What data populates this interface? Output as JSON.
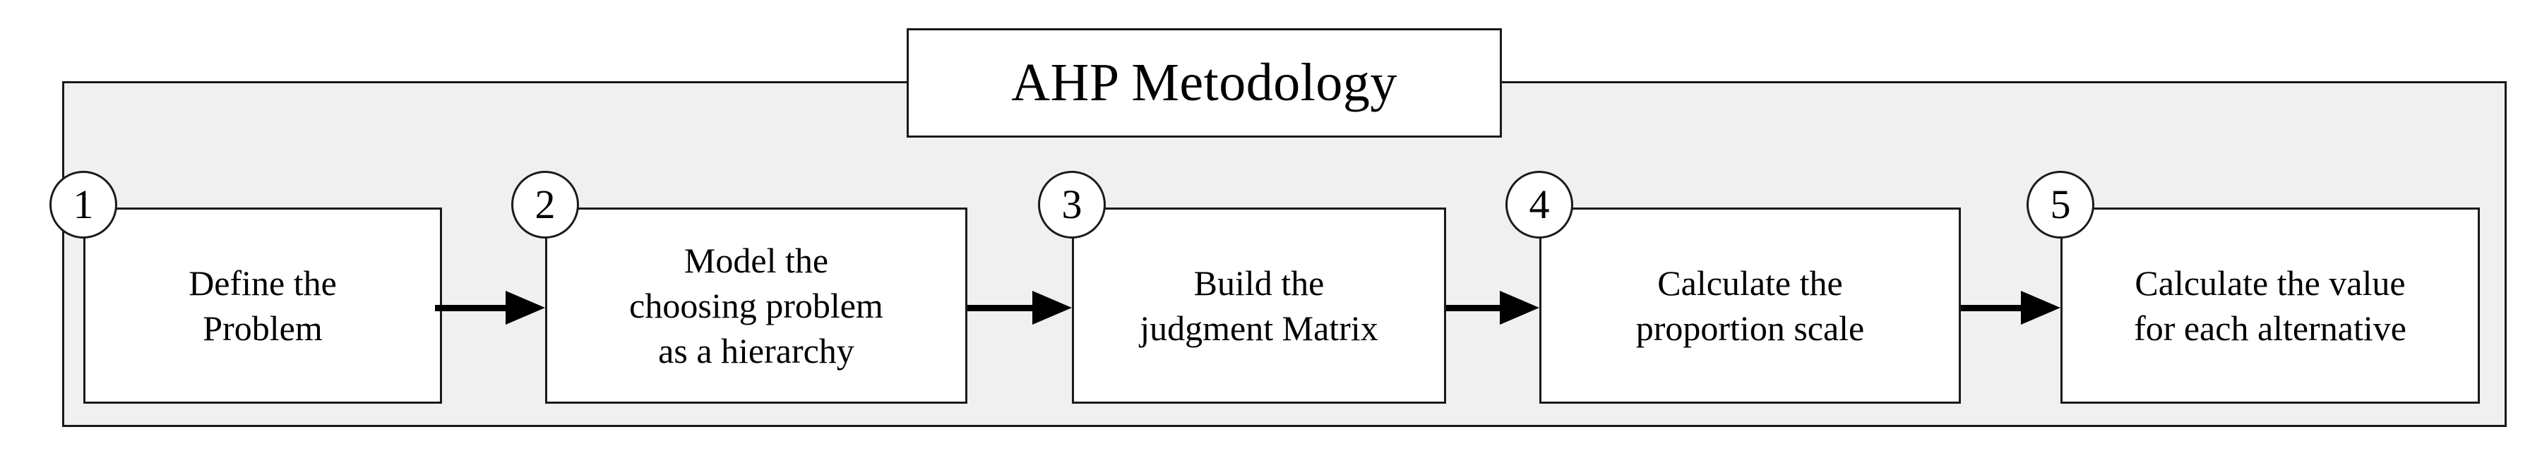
{
  "diagram": {
    "title": "AHP Metodology",
    "background_color": "#ffffff",
    "container_fill": "#f0f0f0",
    "line_color": "#1a1a1a",
    "steps": [
      {
        "number": "1",
        "label": "Define the\nProblem"
      },
      {
        "number": "2",
        "label": "Model the\nchoosing problem\nas a hierarchy"
      },
      {
        "number": "3",
        "label": "Build the\njudgment Matrix"
      },
      {
        "number": "4",
        "label": "Calculate the\nproportion scale"
      },
      {
        "number": "5",
        "label": "Calculate the value\nfor each alternative"
      }
    ],
    "connectors": [
      {
        "from": "1",
        "to": "2",
        "type": "arrow-right"
      },
      {
        "from": "2",
        "to": "3",
        "type": "arrow-right"
      },
      {
        "from": "3",
        "to": "4",
        "type": "arrow-right"
      },
      {
        "from": "4",
        "to": "5",
        "type": "arrow-right"
      }
    ]
  }
}
